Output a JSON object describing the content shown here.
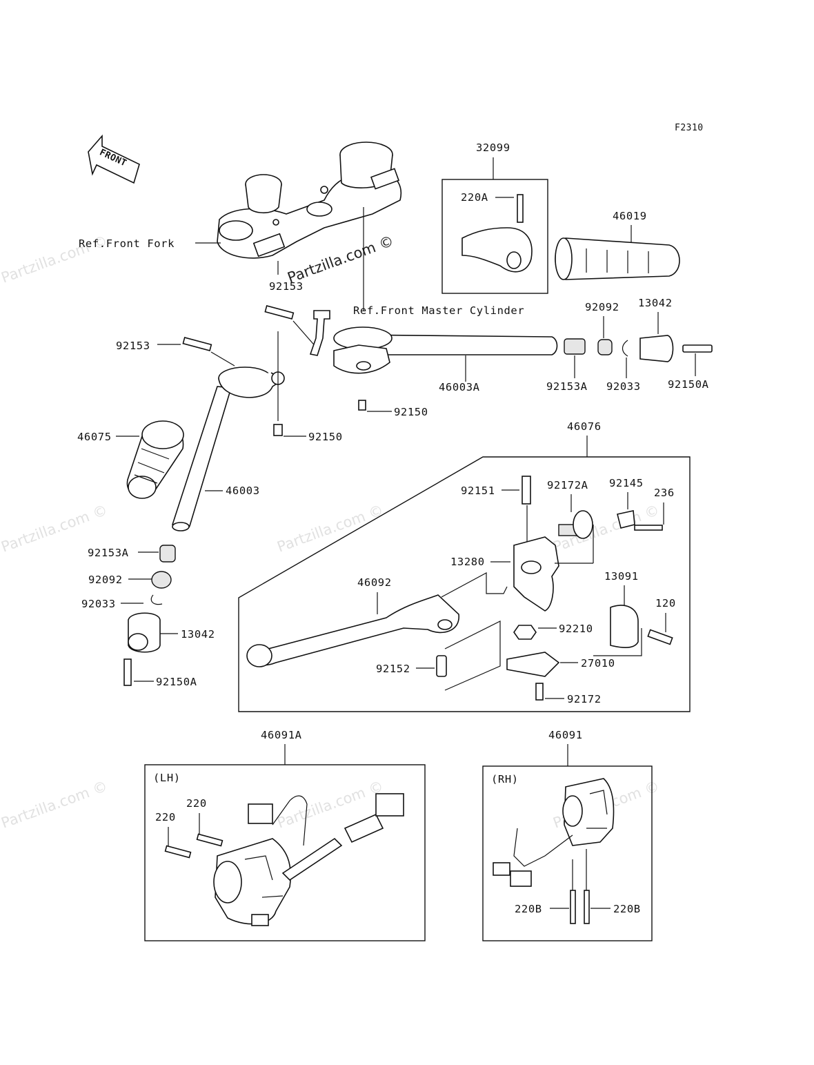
{
  "figure_code": "F2310",
  "front_arrow_label": "FRONT",
  "watermark": "Partzilla.com ©",
  "refs": {
    "front_fork": "Ref.Front Fork",
    "front_master_cylinder": "Ref.Front Master Cylinder"
  },
  "group_labels": {
    "lh": "(LH)",
    "rh": "(RH)"
  },
  "part_labels": {
    "p32099": "32099",
    "p220A": "220A",
    "p46019": "46019",
    "p92153_top": "92153",
    "p92153_left": "92153",
    "p92092_right": "92092",
    "p13042_right": "13042",
    "p46003A": "46003A",
    "p92153A_right": "92153A",
    "p92033_right": "92033",
    "p92150A_right": "92150A",
    "p92150_mid": "92150",
    "p92150_left": "92150",
    "p46075": "46075",
    "p46003": "46003",
    "p46076": "46076",
    "p92151": "92151",
    "p92172A": "92172A",
    "p92145": "92145",
    "p236": "236",
    "p13280": "13280",
    "p46092": "46092",
    "p13091": "13091",
    "p120": "120",
    "p92210": "92210",
    "p27010": "27010",
    "p92152": "92152",
    "p92172": "92172",
    "p92153A_left": "92153A",
    "p92092_left": "92092",
    "p92033_left": "92033",
    "p13042_left": "13042",
    "p92150A_left": "92150A",
    "p46091A": "46091A",
    "p46091": "46091",
    "p220_a": "220",
    "p220_b": "220",
    "p220B_a": "220B",
    "p220B_b": "220B"
  }
}
